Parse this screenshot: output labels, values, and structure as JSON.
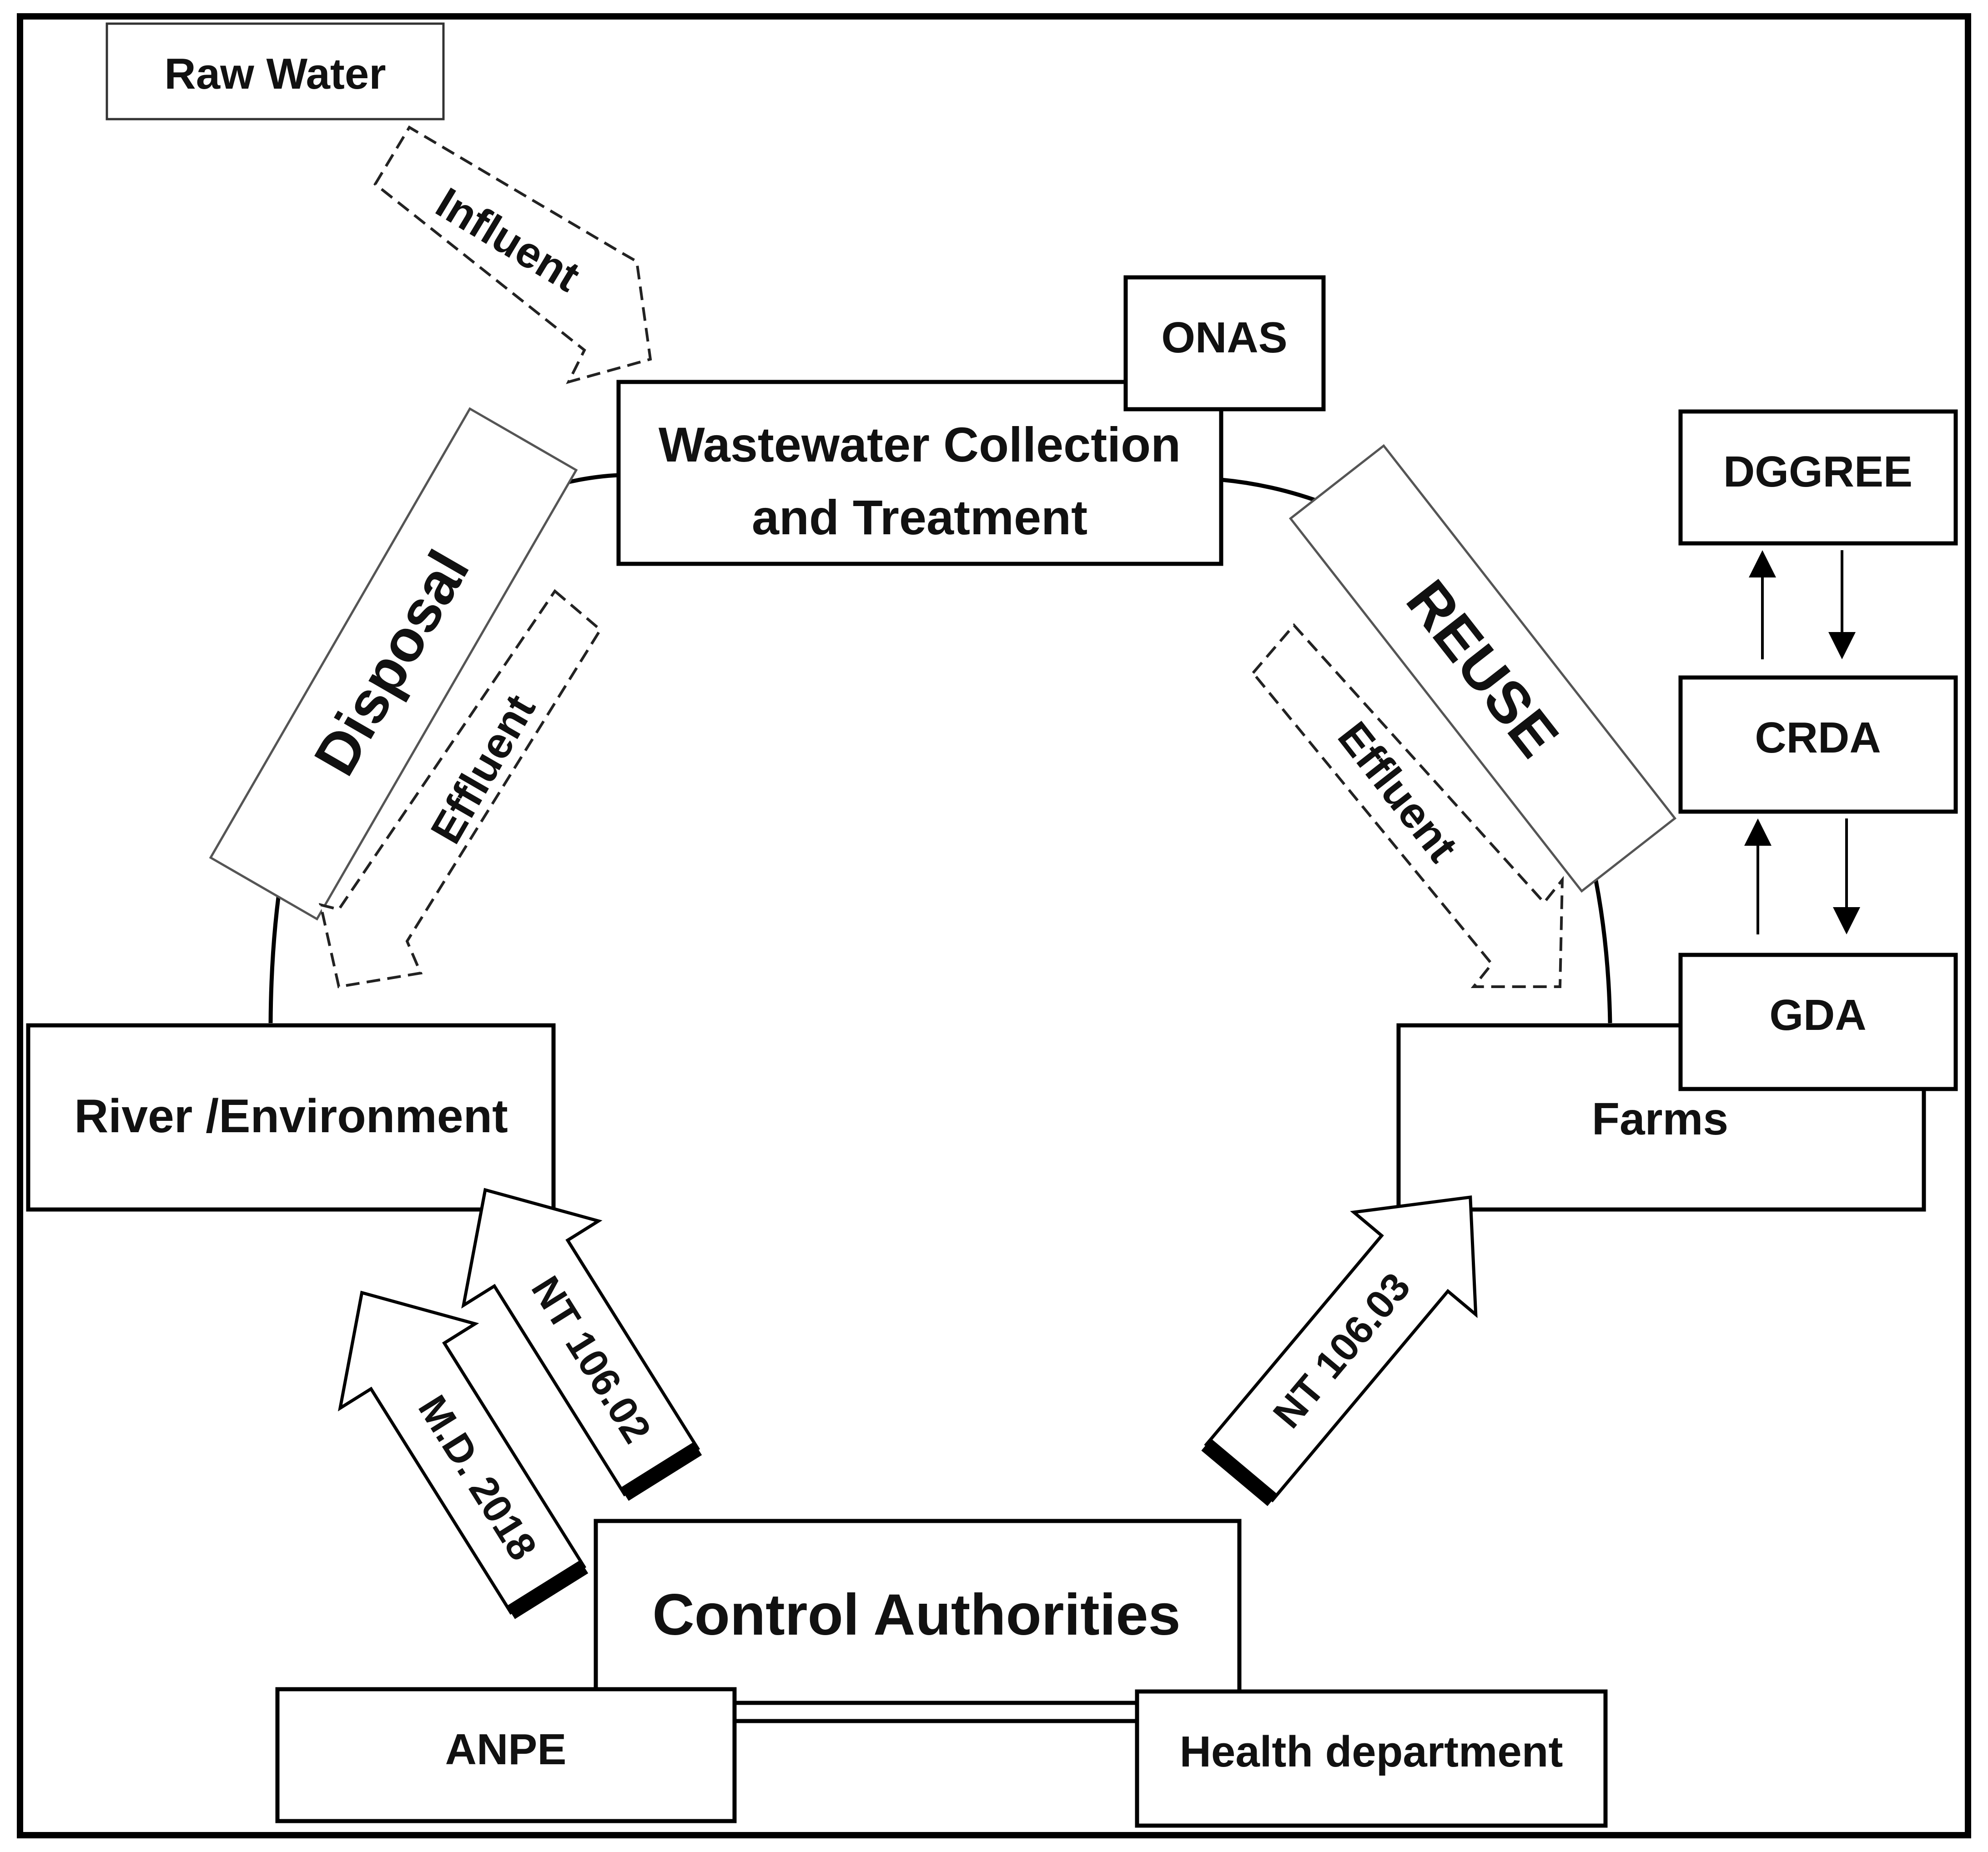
{
  "nodes": {
    "raw_water": "Raw Water",
    "onas": "ONAS",
    "wastewater_line1": "Wastewater Collection",
    "wastewater_line2": "and Treatment",
    "dggree": "DGGREE",
    "crda": "CRDA",
    "gda": "GDA",
    "farms": "Farms",
    "river": "River /Environment",
    "control": "Control Authorities",
    "anpe": "ANPE",
    "health": "Health department"
  },
  "labels": {
    "influent": "Influent",
    "disposal": "Disposal",
    "reuse": "REUSE",
    "effluent_left": "Effluent",
    "effluent_right": "Effluent"
  },
  "standards": {
    "md2018": "M.D. 2018",
    "nt10602": "NT 106.02",
    "nt10603": "NT 106.03"
  }
}
